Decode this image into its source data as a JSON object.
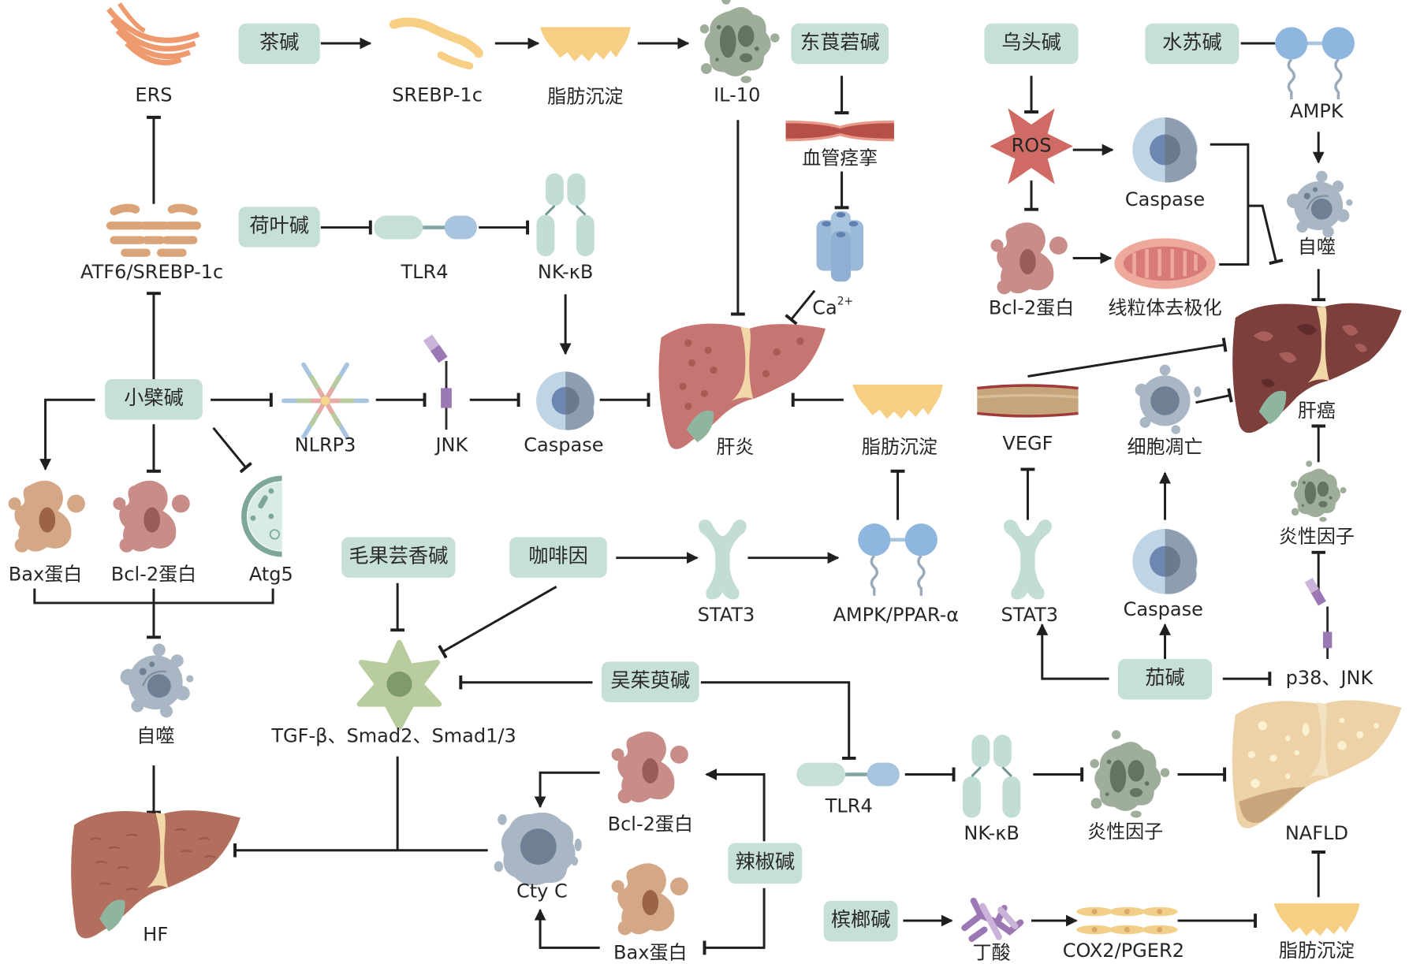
{
  "figure": {
    "description": "Alkaloid mechanisms in liver diseases pathway diagram"
  },
  "colors": {
    "drug_box": "#c6e0d9",
    "edge": "#1f1f1f",
    "text": "#262626",
    "liver_hepatitis": "#c77572",
    "liver_cancer": "#7d3f3c",
    "liver_fibrosis": "#b36f5e",
    "liver_nafld": "#ecd2a6",
    "gallbladder": "#8fb5a0",
    "fat": "#f6cf84",
    "caspase_light": "#bfd5e6",
    "caspase_dark": "#8e9daf",
    "cell_gray": "#9fb0be",
    "inflam_cell": "#9fae9a",
    "bcl2": "#c98d89",
    "bax": "#d4a886",
    "ros": "#cf6a64",
    "ampk": "#8fb6de",
    "stat3": "#c2ddd6",
    "nfkb": "#c2ddd6",
    "er": "#ee9a6e",
    "golgi": "#dba478",
    "vessel": "#b64f48",
    "vegf": "#c7a57c",
    "mito": "#eda99b",
    "stellate": "#b8cc9e",
    "jnk": "#9b78b3",
    "butyrate": "#a98ac2",
    "cox2": "#f2cf88"
  },
  "drugs": [
    {
      "id": "chajian",
      "label": "茶碱"
    },
    {
      "id": "heyejian",
      "label": "荷叶碱"
    },
    {
      "id": "dongliangruojian",
      "label": "东莨菪碱"
    },
    {
      "id": "wutoujian",
      "label": "乌头碱"
    },
    {
      "id": "shuisujian",
      "label": "水苏碱"
    },
    {
      "id": "xiaobojian",
      "label": "小檗碱"
    },
    {
      "id": "maoguoyunxiangjian",
      "label": "毛果芸香碱"
    },
    {
      "id": "kafeiyin",
      "label": "咖啡因"
    },
    {
      "id": "wuzhuyujian",
      "label": "吴茱萸碱"
    },
    {
      "id": "qiejian",
      "label": "茄碱"
    },
    {
      "id": "lajiaojian",
      "label": "辣椒碱"
    },
    {
      "id": "binglangjian",
      "label": "槟榔碱"
    }
  ],
  "nodes": [
    {
      "id": "ers",
      "label": "ERS"
    },
    {
      "id": "srebp1c",
      "label": "SREBP-1c"
    },
    {
      "id": "fat1",
      "label": "脂肪沉淀"
    },
    {
      "id": "il10",
      "label": "IL-10"
    },
    {
      "id": "vasospasm",
      "label": "血管痉挛"
    },
    {
      "id": "ca",
      "label": "Ca",
      "sup": "2+"
    },
    {
      "id": "ros",
      "label": "ROS"
    },
    {
      "id": "caspase_top",
      "label": "Caspase"
    },
    {
      "id": "bcl2_top",
      "label": "Bcl-2蛋白"
    },
    {
      "id": "mito",
      "label": "线粒体去极化"
    },
    {
      "id": "ampk",
      "label": "AMPK"
    },
    {
      "id": "autophagy_r",
      "label": "自噬"
    },
    {
      "id": "atf6",
      "label": "ATF6/SREBP-1c"
    },
    {
      "id": "tlr4_top",
      "label": "TLR4"
    },
    {
      "id": "nfkb_top",
      "label": "NK-κB"
    },
    {
      "id": "nlrp3",
      "label": "NLRP3"
    },
    {
      "id": "jnk",
      "label": "JNK"
    },
    {
      "id": "caspase_mid",
      "label": "Caspase"
    },
    {
      "id": "hepatitis",
      "label": "肝炎"
    },
    {
      "id": "fat2",
      "label": "脂肪沉淀"
    },
    {
      "id": "vegf",
      "label": "VEGF"
    },
    {
      "id": "apoptosis",
      "label": "细胞凋亡"
    },
    {
      "id": "liver_cancer",
      "label": "肝癌"
    },
    {
      "id": "bax_l",
      "label": "Bax蛋白"
    },
    {
      "id": "bcl2_l",
      "label": "Bcl-2蛋白"
    },
    {
      "id": "atg5",
      "label": "Atg5"
    },
    {
      "id": "stat3_a",
      "label": "STAT3"
    },
    {
      "id": "ampk_ppar",
      "label": "AMPK/PPAR-α"
    },
    {
      "id": "stat3_b",
      "label": "STAT3"
    },
    {
      "id": "caspase_low",
      "label": "Caspase"
    },
    {
      "id": "inflam_r",
      "label": "炎性因子"
    },
    {
      "id": "p38jnk",
      "label": "p38、JNK"
    },
    {
      "id": "autophagy_l",
      "label": "自噬"
    },
    {
      "id": "tgf",
      "label": "TGF-β、Smad2、Smad1/3"
    },
    {
      "id": "bcl2_b",
      "label": "Bcl-2蛋白"
    },
    {
      "id": "ctyc",
      "label": "Cty C"
    },
    {
      "id": "bax_b",
      "label": "Bax蛋白"
    },
    {
      "id": "tlr4_b",
      "label": "TLR4"
    },
    {
      "id": "nfkb_b",
      "label": "NK-κB"
    },
    {
      "id": "inflam_b",
      "label": "炎性因子"
    },
    {
      "id": "nafld",
      "label": "NAFLD"
    },
    {
      "id": "hf",
      "label": "HF"
    },
    {
      "id": "butyrate",
      "label": "丁酸"
    },
    {
      "id": "cox2",
      "label": "COX2/PGER2"
    },
    {
      "id": "fat3",
      "label": "脂肪沉淀"
    }
  ],
  "edges": [
    {
      "from": "茶碱",
      "to": "SREBP-1c",
      "type": "activate"
    },
    {
      "from": "SREBP-1c",
      "to": "脂肪沉淀",
      "type": "activate"
    },
    {
      "from": "脂肪沉淀",
      "to": "IL-10",
      "type": "activate"
    },
    {
      "from": "IL-10",
      "to": "肝炎",
      "type": "inhibit"
    },
    {
      "from": "东莨菪碱",
      "to": "血管痉挛",
      "type": "inhibit"
    },
    {
      "from": "血管痉挛",
      "to": "Ca2+",
      "type": "inhibit"
    },
    {
      "from": "Ca2+",
      "to": "肝炎",
      "type": "inhibit"
    },
    {
      "from": "乌头碱",
      "to": "ROS",
      "type": "inhibit"
    },
    {
      "from": "ROS",
      "to": "Caspase",
      "type": "activate"
    },
    {
      "from": "ROS",
      "to": "Bcl-2蛋白",
      "type": "inhibit"
    },
    {
      "from": "Bcl-2蛋白",
      "to": "线粒体去极化",
      "type": "activate"
    },
    {
      "from": "Caspase + 线粒体去极化",
      "to": "肝癌",
      "type": "inhibit"
    },
    {
      "from": "水苏碱",
      "to": "AMPK",
      "type": "link"
    },
    {
      "from": "AMPK",
      "to": "自噬",
      "type": "activate"
    },
    {
      "from": "自噬",
      "to": "肝癌",
      "type": "inhibit"
    },
    {
      "from": "ATF6/SREBP-1c",
      "to": "ERS",
      "type": "inhibit"
    },
    {
      "from": "荷叶碱",
      "to": "TLR4",
      "type": "inhibit"
    },
    {
      "from": "TLR4",
      "to": "NK-κB",
      "type": "inhibit"
    },
    {
      "from": "NK-κB",
      "to": "Caspase",
      "type": "activate"
    },
    {
      "from": "小檗碱",
      "to": "ATF6/SREBP-1c",
      "type": "inhibit"
    },
    {
      "from": "小檗碱",
      "to": "NLRP3",
      "type": "inhibit"
    },
    {
      "from": "NLRP3",
      "to": "JNK",
      "type": "inhibit"
    },
    {
      "from": "JNK",
      "to": "Caspase",
      "type": "inhibit"
    },
    {
      "from": "Caspase",
      "to": "肝炎",
      "type": "inhibit"
    },
    {
      "from": "脂肪沉淀",
      "to": "肝炎",
      "type": "inhibit"
    },
    {
      "from": "VEGF",
      "to": "肝癌",
      "type": "inhibit"
    },
    {
      "from": "细胞凋亡",
      "to": "肝癌",
      "type": "inhibit"
    },
    {
      "from": "小檗碱",
      "to": "Bax蛋白",
      "type": "activate"
    },
    {
      "from": "小檗碱",
      "to": "Bcl-2蛋白",
      "type": "inhibit"
    },
    {
      "from": "小檗碱",
      "to": "Atg5",
      "type": "inhibit"
    },
    {
      "from": "Bax/Bcl-2/Atg5",
      "to": "自噬",
      "type": "inhibit"
    },
    {
      "from": "自噬",
      "to": "HF",
      "type": "inhibit"
    },
    {
      "from": "毛果芸香碱",
      "to": "TGF-β、Smad2、Smad1/3",
      "type": "inhibit"
    },
    {
      "from": "咖啡因",
      "to": "TGF-β、Smad2、Smad1/3",
      "type": "inhibit"
    },
    {
      "from": "咖啡因",
      "to": "STAT3",
      "type": "activate"
    },
    {
      "from": "STAT3",
      "to": "AMPK/PPAR-α",
      "type": "activate"
    },
    {
      "from": "AMPK/PPAR-α",
      "to": "脂肪沉淀",
      "type": "inhibit"
    },
    {
      "from": "STAT3",
      "to": "VEGF",
      "type": "inhibit"
    },
    {
      "from": "Caspase",
      "to": "细胞凋亡",
      "type": "activate"
    },
    {
      "from": "茄碱",
      "to": "STAT3",
      "type": "activate"
    },
    {
      "from": "茄碱",
      "to": "Caspase",
      "type": "activate"
    },
    {
      "from": "茄碱",
      "to": "p38、JNK",
      "type": "inhibit"
    },
    {
      "from": "p38、JNK",
      "to": "炎性因子",
      "type": "inhibit"
    },
    {
      "from": "炎性因子",
      "to": "肝癌",
      "type": "inhibit"
    },
    {
      "from": "吴茱萸碱",
      "to": "TGF-β、Smad2、Smad1/3",
      "type": "inhibit"
    },
    {
      "from": "吴茱萸碱",
      "to": "TLR4",
      "type": "inhibit"
    },
    {
      "from": "TLR4",
      "to": "NK-κB",
      "type": "inhibit"
    },
    {
      "from": "NK-κB",
      "to": "炎性因子",
      "type": "inhibit"
    },
    {
      "from": "炎性因子",
      "to": "NAFLD",
      "type": "inhibit"
    },
    {
      "from": "TGF-β + Cty C",
      "to": "HF",
      "type": "inhibit"
    },
    {
      "from": "Bcl-2蛋白",
      "to": "Cty C",
      "type": "activate"
    },
    {
      "from": "Bax蛋白",
      "to": "Cty C",
      "type": "activate"
    },
    {
      "from": "辣椒碱",
      "to": "Bcl-2蛋白",
      "type": "activate"
    },
    {
      "from": "辣椒碱",
      "to": "Bax蛋白",
      "type": "inhibit"
    },
    {
      "from": "槟榔碱",
      "to": "丁酸",
      "type": "activate"
    },
    {
      "from": "丁酸",
      "to": "COX2/PGER2",
      "type": "activate"
    },
    {
      "from": "COX2/PGER2",
      "to": "脂肪沉淀",
      "type": "inhibit"
    },
    {
      "from": "脂肪沉淀",
      "to": "NAFLD",
      "type": "inhibit"
    }
  ]
}
